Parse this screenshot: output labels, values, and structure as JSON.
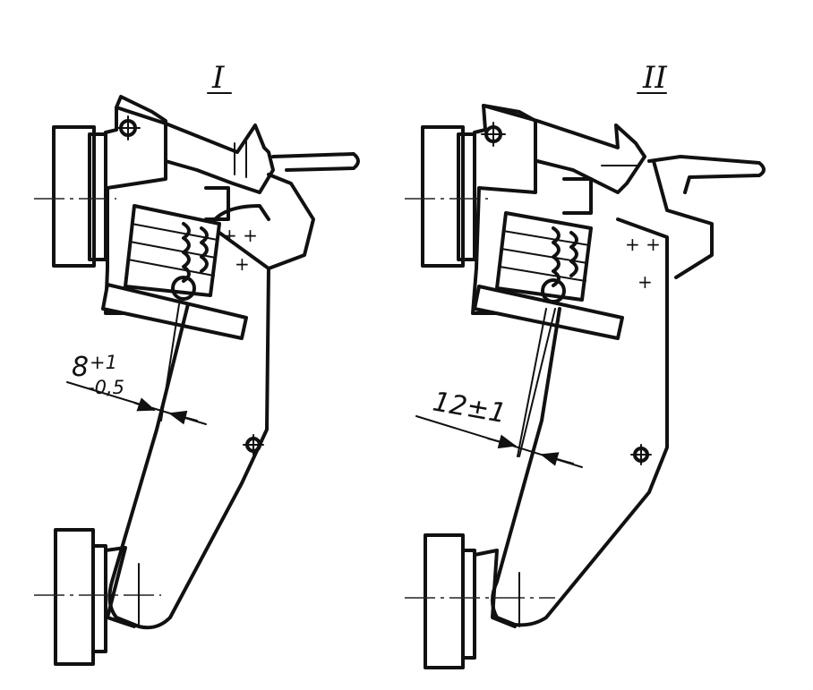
{
  "views": [
    {
      "label": "I",
      "dimension": {
        "base": "8",
        "upper": "+1",
        "lower": "-0,5"
      }
    },
    {
      "label": "II",
      "dimension": {
        "base": "12±1"
      }
    }
  ]
}
